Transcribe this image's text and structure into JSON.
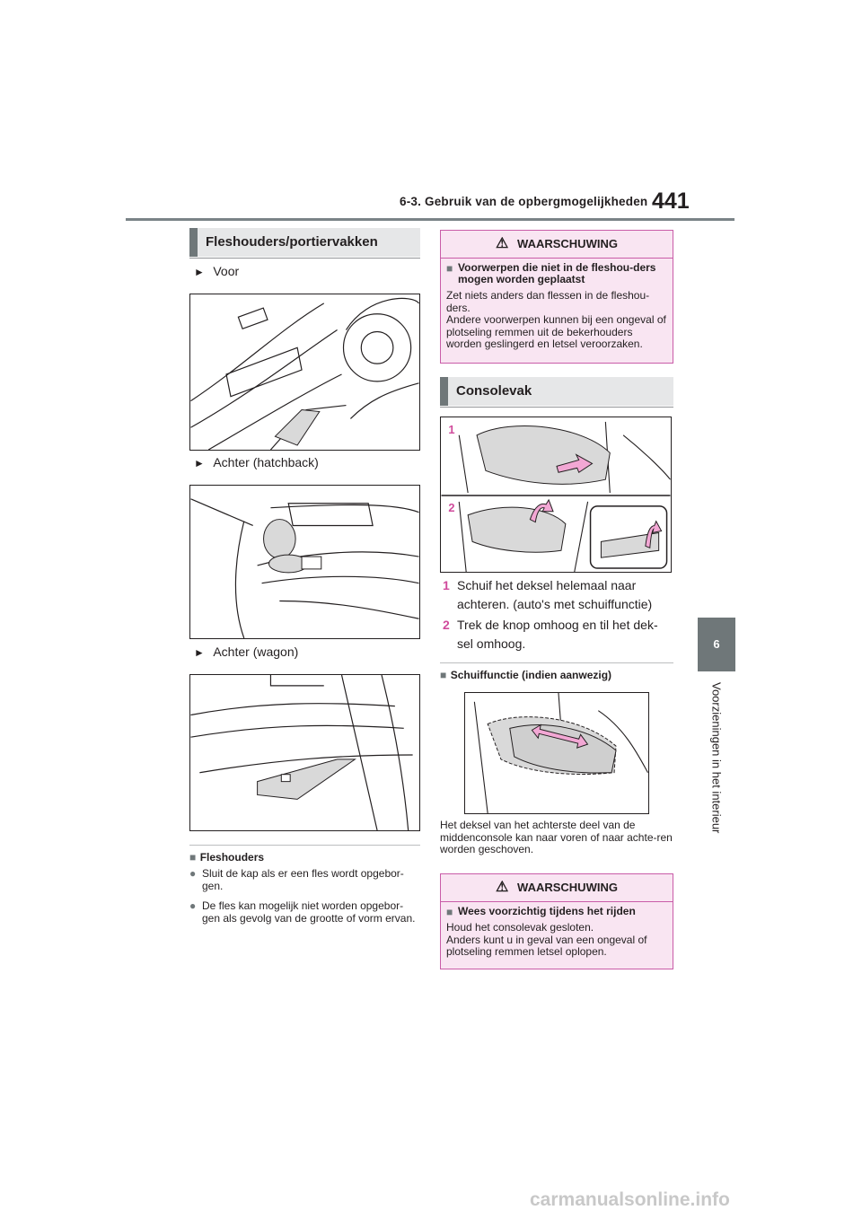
{
  "header": {
    "section": "6-3. Gebruik van de opbergmogelijkheden",
    "page_number": "441"
  },
  "side_tab": {
    "chapter": "6",
    "label": "Voorzieningen in het interieur"
  },
  "left": {
    "heading": "Fleshouders/portiervakken",
    "items": [
      {
        "label": "Voor",
        "illustration": "front-door-pocket"
      },
      {
        "label": "Achter (hatchback)",
        "illustration": "rear-door-hatchback"
      },
      {
        "label": "Achter (wagon)",
        "illustration": "rear-door-wagon"
      }
    ],
    "note_title": "Fleshouders",
    "bullets": [
      "Sluit de kap als er een fles wordt opgebor-gen.",
      "De fles kan mogelijk niet worden opgebor-gen als gevolg van de grootte of vorm ervan."
    ]
  },
  "right": {
    "warning1": {
      "title": "WAARSCHUWING",
      "subtitle": "Voorwerpen die niet in de fleshou-ders mogen worden geplaatst",
      "body": "Zet niets anders dan flessen in de fleshou-ders.\nAndere voorwerpen kunnen bij een ongeval of plotseling remmen uit de bekerhouders worden geslingerd en letsel veroorzaken."
    },
    "heading": "Consolevak",
    "figure_labels": [
      "1",
      "2"
    ],
    "steps": [
      {
        "num": "1",
        "text": "Schuif het deksel helemaal naar achteren. (auto's met schuiffunctie)"
      },
      {
        "num": "2",
        "text": "Trek de knop omhoog en til het dek-sel omhoog."
      }
    ],
    "slide_title": "Schuiffunctie (indien aanwezig)",
    "slide_text": "Het deksel van het achterste deel van de middenconsole kan naar voren of naar achte-ren worden geschoven.",
    "warning2": {
      "title": "WAARSCHUWING",
      "subtitle": "Wees voorzichtig tijdens het rijden",
      "body": "Houd het consolevak gesloten.\nAnders kunt u in geval van een ongeval of plotseling remmen letsel oplopen."
    }
  },
  "footer": {
    "watermark": "carmanualsonline.info"
  },
  "colors": {
    "accent_gray": "#6f7779",
    "warning_pink": "#f9e5f2",
    "warning_border": "#c95ca8",
    "arrow_pink": "#f2a7d4"
  }
}
